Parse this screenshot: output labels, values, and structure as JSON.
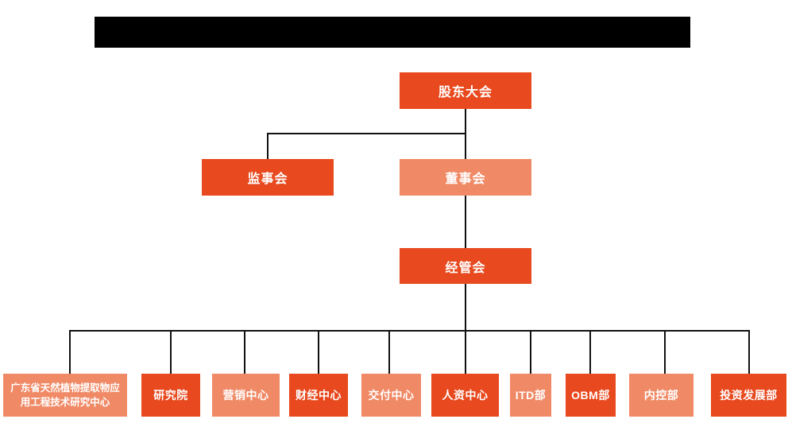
{
  "colors": {
    "primary_box": "#E8491E",
    "secondary_box": "#F08A66",
    "connector_line": "#111111",
    "box_text": "#FFFFFF",
    "redacted_bar": "#000000"
  },
  "org_chart": {
    "type": "org-tree",
    "nodes": {
      "root": {
        "label": "股东大会",
        "level": 1,
        "variant": "primary"
      },
      "supervisory": {
        "label": "监事会",
        "level": 2,
        "variant": "primary"
      },
      "board": {
        "label": "董事会",
        "level": 2,
        "variant": "secondary"
      },
      "management": {
        "label": "经管会",
        "level": 3,
        "variant": "primary"
      },
      "dept1": {
        "label": "广东省天然植物提取物应用工程技术研究中心",
        "level": 4,
        "variant": "secondary"
      },
      "dept2": {
        "label": "研究院",
        "level": 4,
        "variant": "primary"
      },
      "dept3": {
        "label": "营销中心",
        "level": 4,
        "variant": "secondary"
      },
      "dept4": {
        "label": "财经中心",
        "level": 4,
        "variant": "primary"
      },
      "dept5": {
        "label": "交付中心",
        "level": 4,
        "variant": "secondary"
      },
      "dept6": {
        "label": "人资中心",
        "level": 4,
        "variant": "primary"
      },
      "dept7": {
        "label": "ITD部",
        "level": 4,
        "variant": "secondary"
      },
      "dept8": {
        "label": "OBM部",
        "level": 4,
        "variant": "primary"
      },
      "dept9": {
        "label": "内控部",
        "level": 4,
        "variant": "secondary"
      },
      "dept10": {
        "label": "投资发展部",
        "level": 4,
        "variant": "primary"
      }
    },
    "edges": [
      [
        "股东大会",
        "监事会"
      ],
      [
        "股东大会",
        "董事会"
      ],
      [
        "董事会",
        "经管会"
      ],
      [
        "经管会",
        "广东省天然植物提取物应用工程技术研究中心"
      ],
      [
        "经管会",
        "研究院"
      ],
      [
        "经管会",
        "营销中心"
      ],
      [
        "经管会",
        "财经中心"
      ],
      [
        "经管会",
        "交付中心"
      ],
      [
        "经管会",
        "人资中心"
      ],
      [
        "经管会",
        "ITD部"
      ],
      [
        "经管会",
        "OBM部"
      ],
      [
        "经管会",
        "内控部"
      ],
      [
        "经管会",
        "投资发展部"
      ]
    ]
  }
}
